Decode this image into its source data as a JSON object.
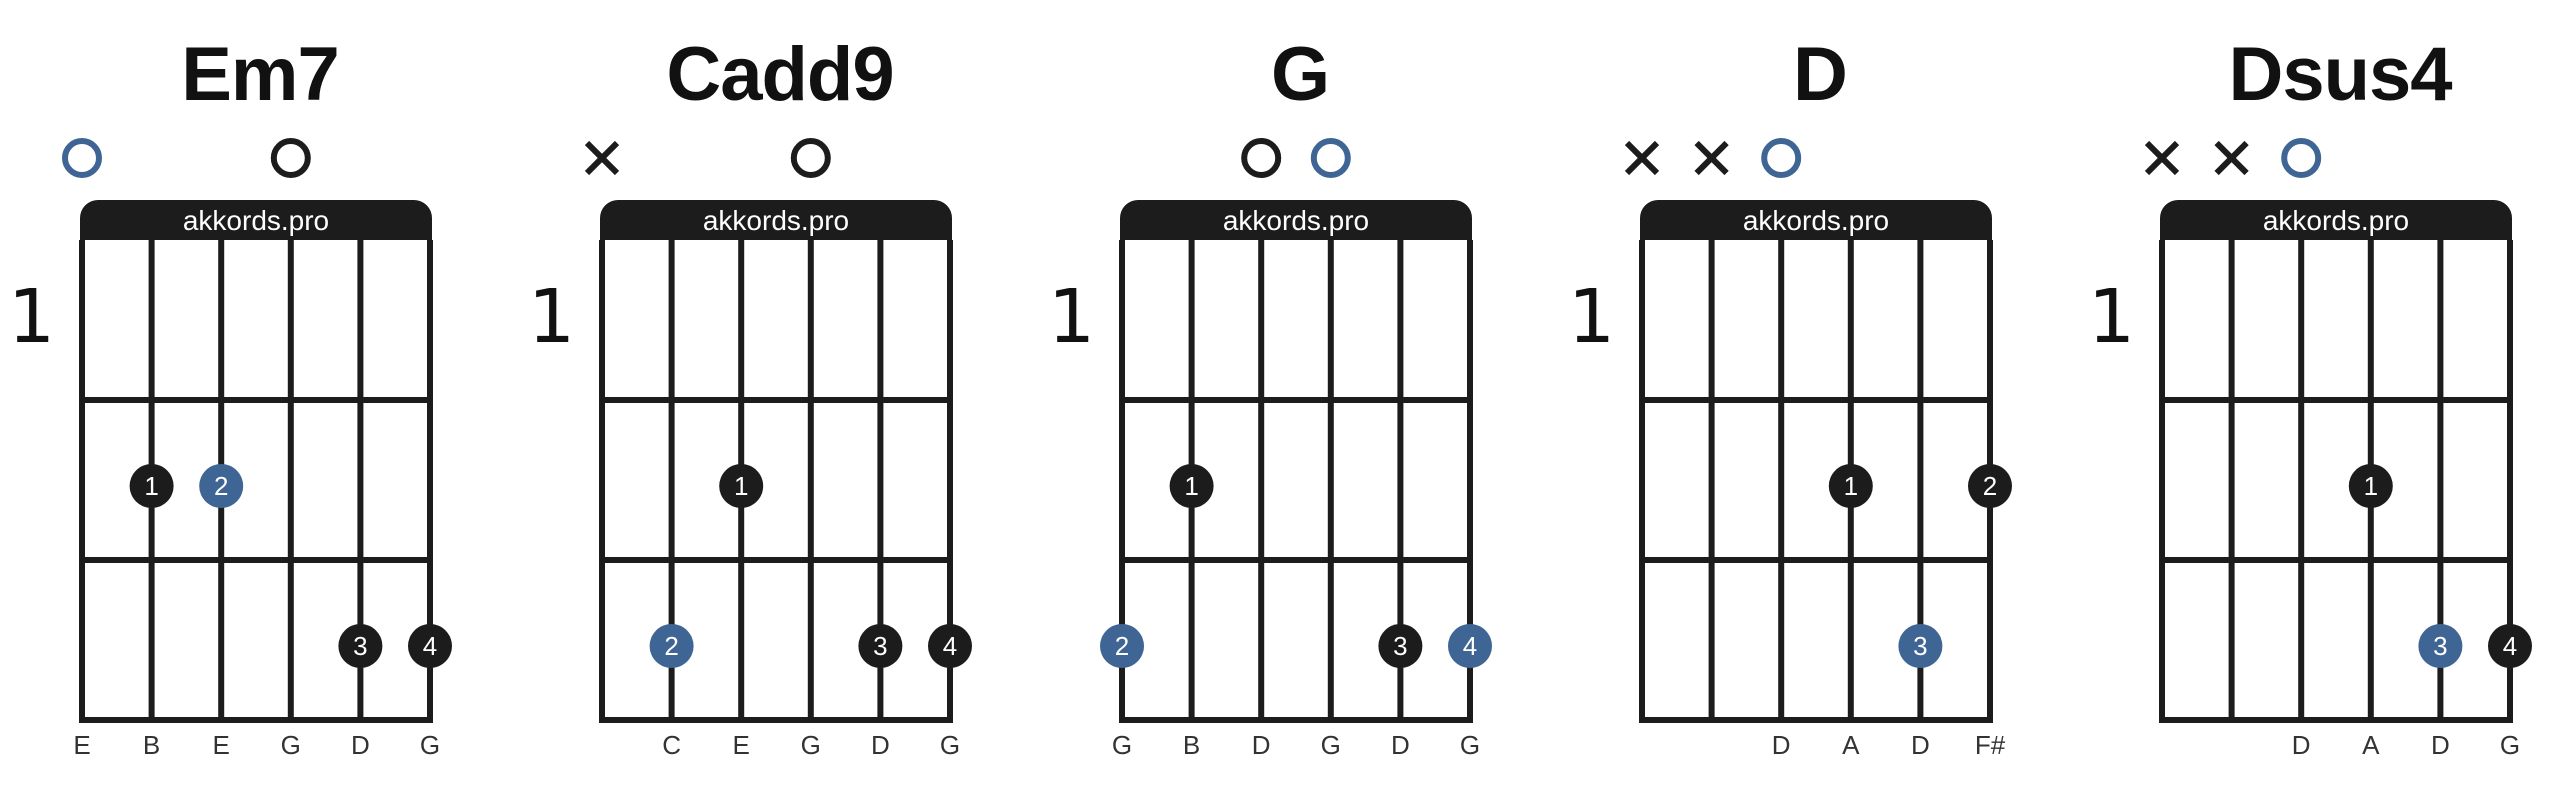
{
  "brand": "akkords.pro",
  "colors": {
    "ink": "#1c1c1c",
    "blue": "#3f6594",
    "white": "#ffffff"
  },
  "chords": [
    {
      "name": "Em7",
      "start_fret": "1",
      "open_mute": [
        "open-blue",
        "",
        "",
        "open",
        "",
        ""
      ],
      "fingers": [
        {
          "string": 2,
          "fret": 2,
          "label": "1",
          "color": "black"
        },
        {
          "string": 3,
          "fret": 2,
          "label": "2",
          "color": "blue"
        },
        {
          "string": 5,
          "fret": 3,
          "label": "3",
          "color": "black"
        },
        {
          "string": 6,
          "fret": 3,
          "label": "4",
          "color": "black"
        }
      ],
      "notes": [
        "E",
        "B",
        "E",
        "G",
        "D",
        "G"
      ]
    },
    {
      "name": "Cadd9",
      "start_fret": "1",
      "open_mute": [
        "mute",
        "",
        "",
        "open",
        "",
        ""
      ],
      "fingers": [
        {
          "string": 3,
          "fret": 2,
          "label": "1",
          "color": "black"
        },
        {
          "string": 2,
          "fret": 3,
          "label": "2",
          "color": "blue"
        },
        {
          "string": 5,
          "fret": 3,
          "label": "3",
          "color": "black"
        },
        {
          "string": 6,
          "fret": 3,
          "label": "4",
          "color": "black"
        }
      ],
      "notes": [
        "",
        "C",
        "E",
        "G",
        "D",
        "G"
      ]
    },
    {
      "name": "G",
      "start_fret": "1",
      "open_mute": [
        "",
        "",
        "open",
        "open-blue",
        "",
        ""
      ],
      "fingers": [
        {
          "string": 2,
          "fret": 2,
          "label": "1",
          "color": "black"
        },
        {
          "string": 1,
          "fret": 3,
          "label": "2",
          "color": "blue"
        },
        {
          "string": 5,
          "fret": 3,
          "label": "3",
          "color": "black"
        },
        {
          "string": 6,
          "fret": 3,
          "label": "4",
          "color": "blue"
        }
      ],
      "notes": [
        "G",
        "B",
        "D",
        "G",
        "D",
        "G"
      ]
    },
    {
      "name": "D",
      "start_fret": "1",
      "open_mute": [
        "mute",
        "mute",
        "open-blue",
        "",
        "",
        ""
      ],
      "fingers": [
        {
          "string": 4,
          "fret": 2,
          "label": "1",
          "color": "black"
        },
        {
          "string": 6,
          "fret": 2,
          "label": "2",
          "color": "black"
        },
        {
          "string": 5,
          "fret": 3,
          "label": "3",
          "color": "blue"
        }
      ],
      "notes": [
        "",
        "",
        "D",
        "A",
        "D",
        "F#"
      ]
    },
    {
      "name": "Dsus4",
      "start_fret": "1",
      "open_mute": [
        "mute",
        "mute",
        "open-blue",
        "",
        "",
        ""
      ],
      "fingers": [
        {
          "string": 4,
          "fret": 2,
          "label": "1",
          "color": "black"
        },
        {
          "string": 5,
          "fret": 3,
          "label": "3",
          "color": "blue"
        },
        {
          "string": 6,
          "fret": 3,
          "label": "4",
          "color": "black"
        }
      ],
      "notes": [
        "",
        "",
        "D",
        "A",
        "D",
        "G"
      ]
    }
  ]
}
